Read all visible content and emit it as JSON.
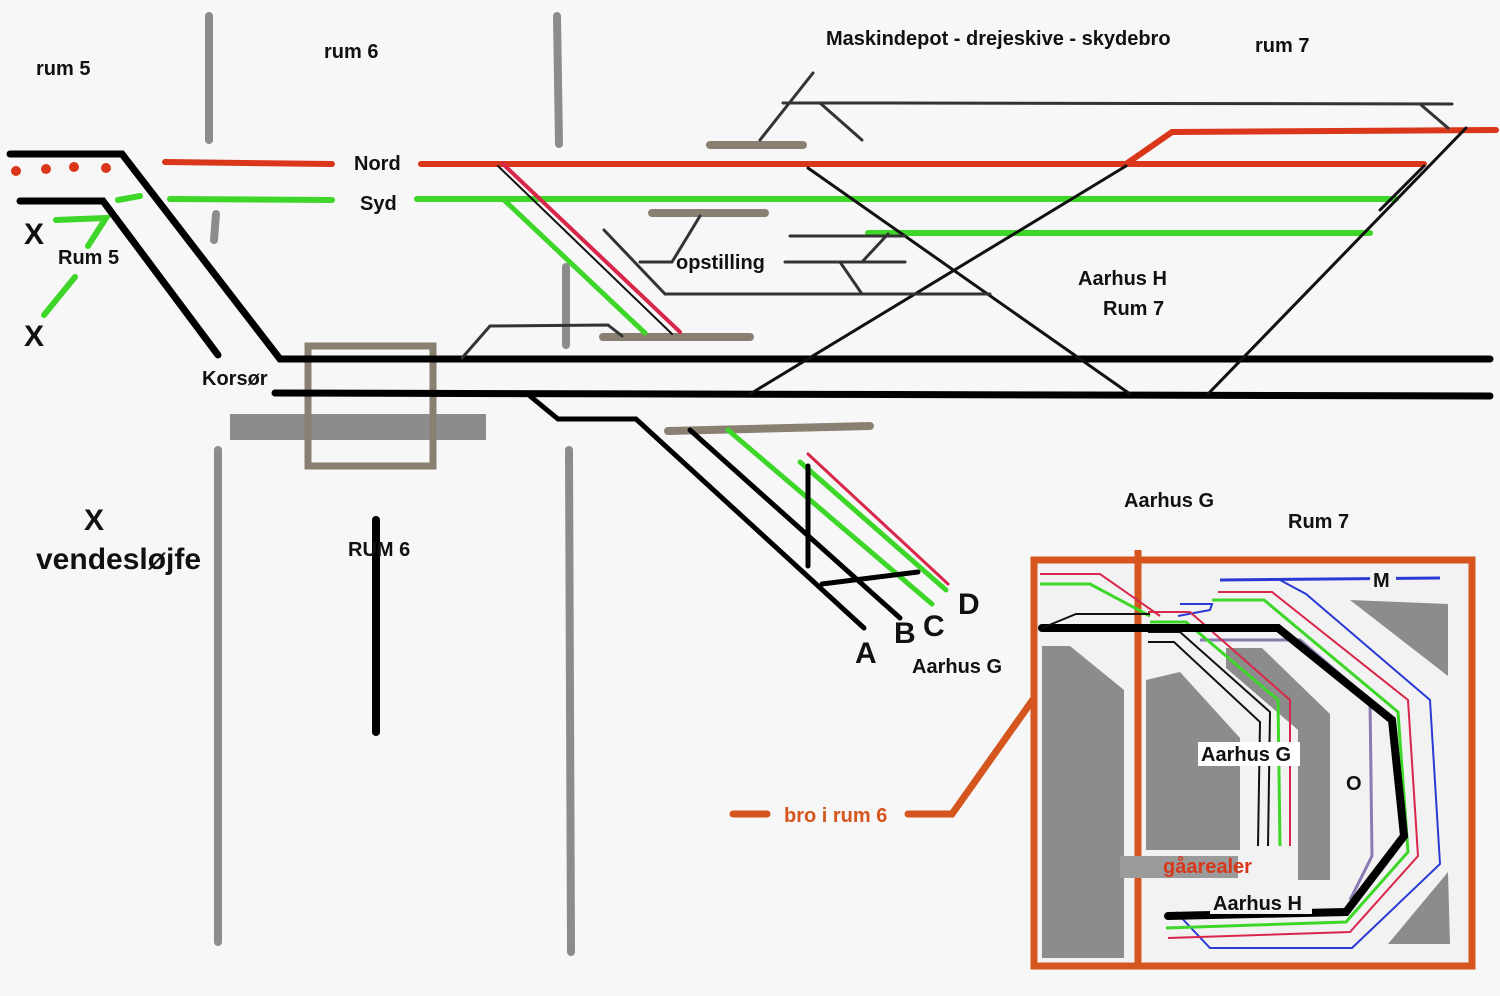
{
  "colors": {
    "black": "#000000",
    "red": "#d9361a",
    "orange": "#d4561e",
    "green": "#3fd62a",
    "pink": "#d9264b",
    "blue": "#2a3ad4",
    "purple": "#8a7ab0",
    "gray": "#8c8c8c",
    "taupe": "#8a8072",
    "darkgray": "#555555"
  },
  "labels": {
    "rum5_top": "rum 5",
    "rum6_top": "rum 6",
    "maskindepot": "Maskindepot - drejeskive - skydebro",
    "rum7_top": "rum 7",
    "nord": "Nord",
    "syd": "Syd",
    "x1": "X",
    "rum5_mid": "Rum 5",
    "x2": "X",
    "opstilling": "opstilling",
    "aarhus_h": "Aarhus H",
    "rum7_mid": "Rum 7",
    "korsor": "Korsør",
    "x3": "X",
    "vendesloejfe": "vendesløjfe",
    "rum6_bottom": "RUM 6",
    "aarhus_g_top": "Aarhus G",
    "rum7_right": "Rum 7",
    "track_a": "A",
    "track_b": "B",
    "track_c": "C",
    "track_d": "D",
    "aarhus_g_tracks": "Aarhus G",
    "bro_i_rum6": "bro i rum 6",
    "inset_m": "M",
    "inset_aarhus_g": "Aarhus G",
    "inset_o": "O",
    "inset_gaarealer": "gåarealer",
    "inset_aarhus_h": "Aarhus H"
  }
}
